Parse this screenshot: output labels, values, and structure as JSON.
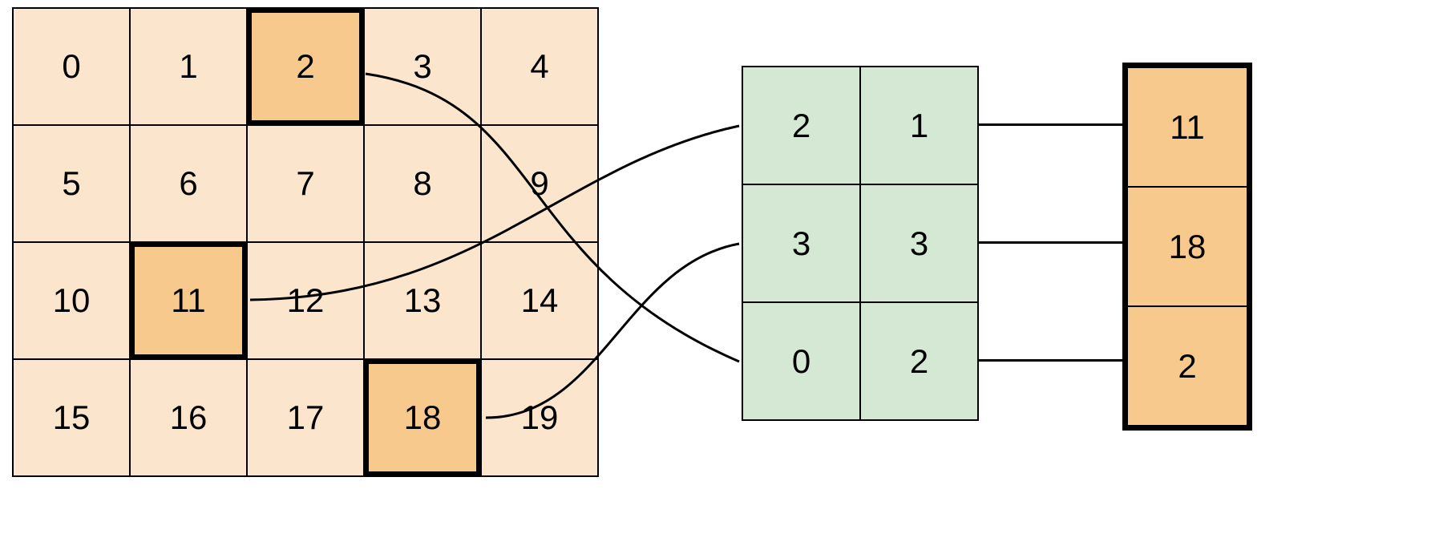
{
  "colors": {
    "grid_fill": "#FBE5CC",
    "highlight_fill": "#F7C98C",
    "index_fill": "#D5E8D4",
    "output_fill": "#F7C98C",
    "border": "#000000"
  },
  "source_grid": {
    "rows": 4,
    "cols": 5,
    "values": [
      "0",
      "1",
      "2",
      "3",
      "4",
      "5",
      "6",
      "7",
      "8",
      "9",
      "10",
      "11",
      "12",
      "13",
      "14",
      "15",
      "16",
      "17",
      "18",
      "19"
    ],
    "highlighted": [
      2,
      11,
      18
    ]
  },
  "index_table": {
    "rows": [
      [
        "2",
        "1"
      ],
      [
        "3",
        "3"
      ],
      [
        "0",
        "2"
      ]
    ]
  },
  "output_column": {
    "values": [
      "11",
      "18",
      "2"
    ]
  },
  "connections": {
    "grid_to_index": [
      {
        "grid_value": "2",
        "index_row": [
          "0",
          "2"
        ]
      },
      {
        "grid_value": "11",
        "index_row": [
          "2",
          "1"
        ]
      },
      {
        "grid_value": "18",
        "index_row": [
          "3",
          "3"
        ]
      }
    ],
    "index_to_output": [
      {
        "index_row": [
          "2",
          "1"
        ],
        "output_value": "11"
      },
      {
        "index_row": [
          "3",
          "3"
        ],
        "output_value": "18"
      },
      {
        "index_row": [
          "0",
          "2"
        ],
        "output_value": "2"
      }
    ]
  }
}
